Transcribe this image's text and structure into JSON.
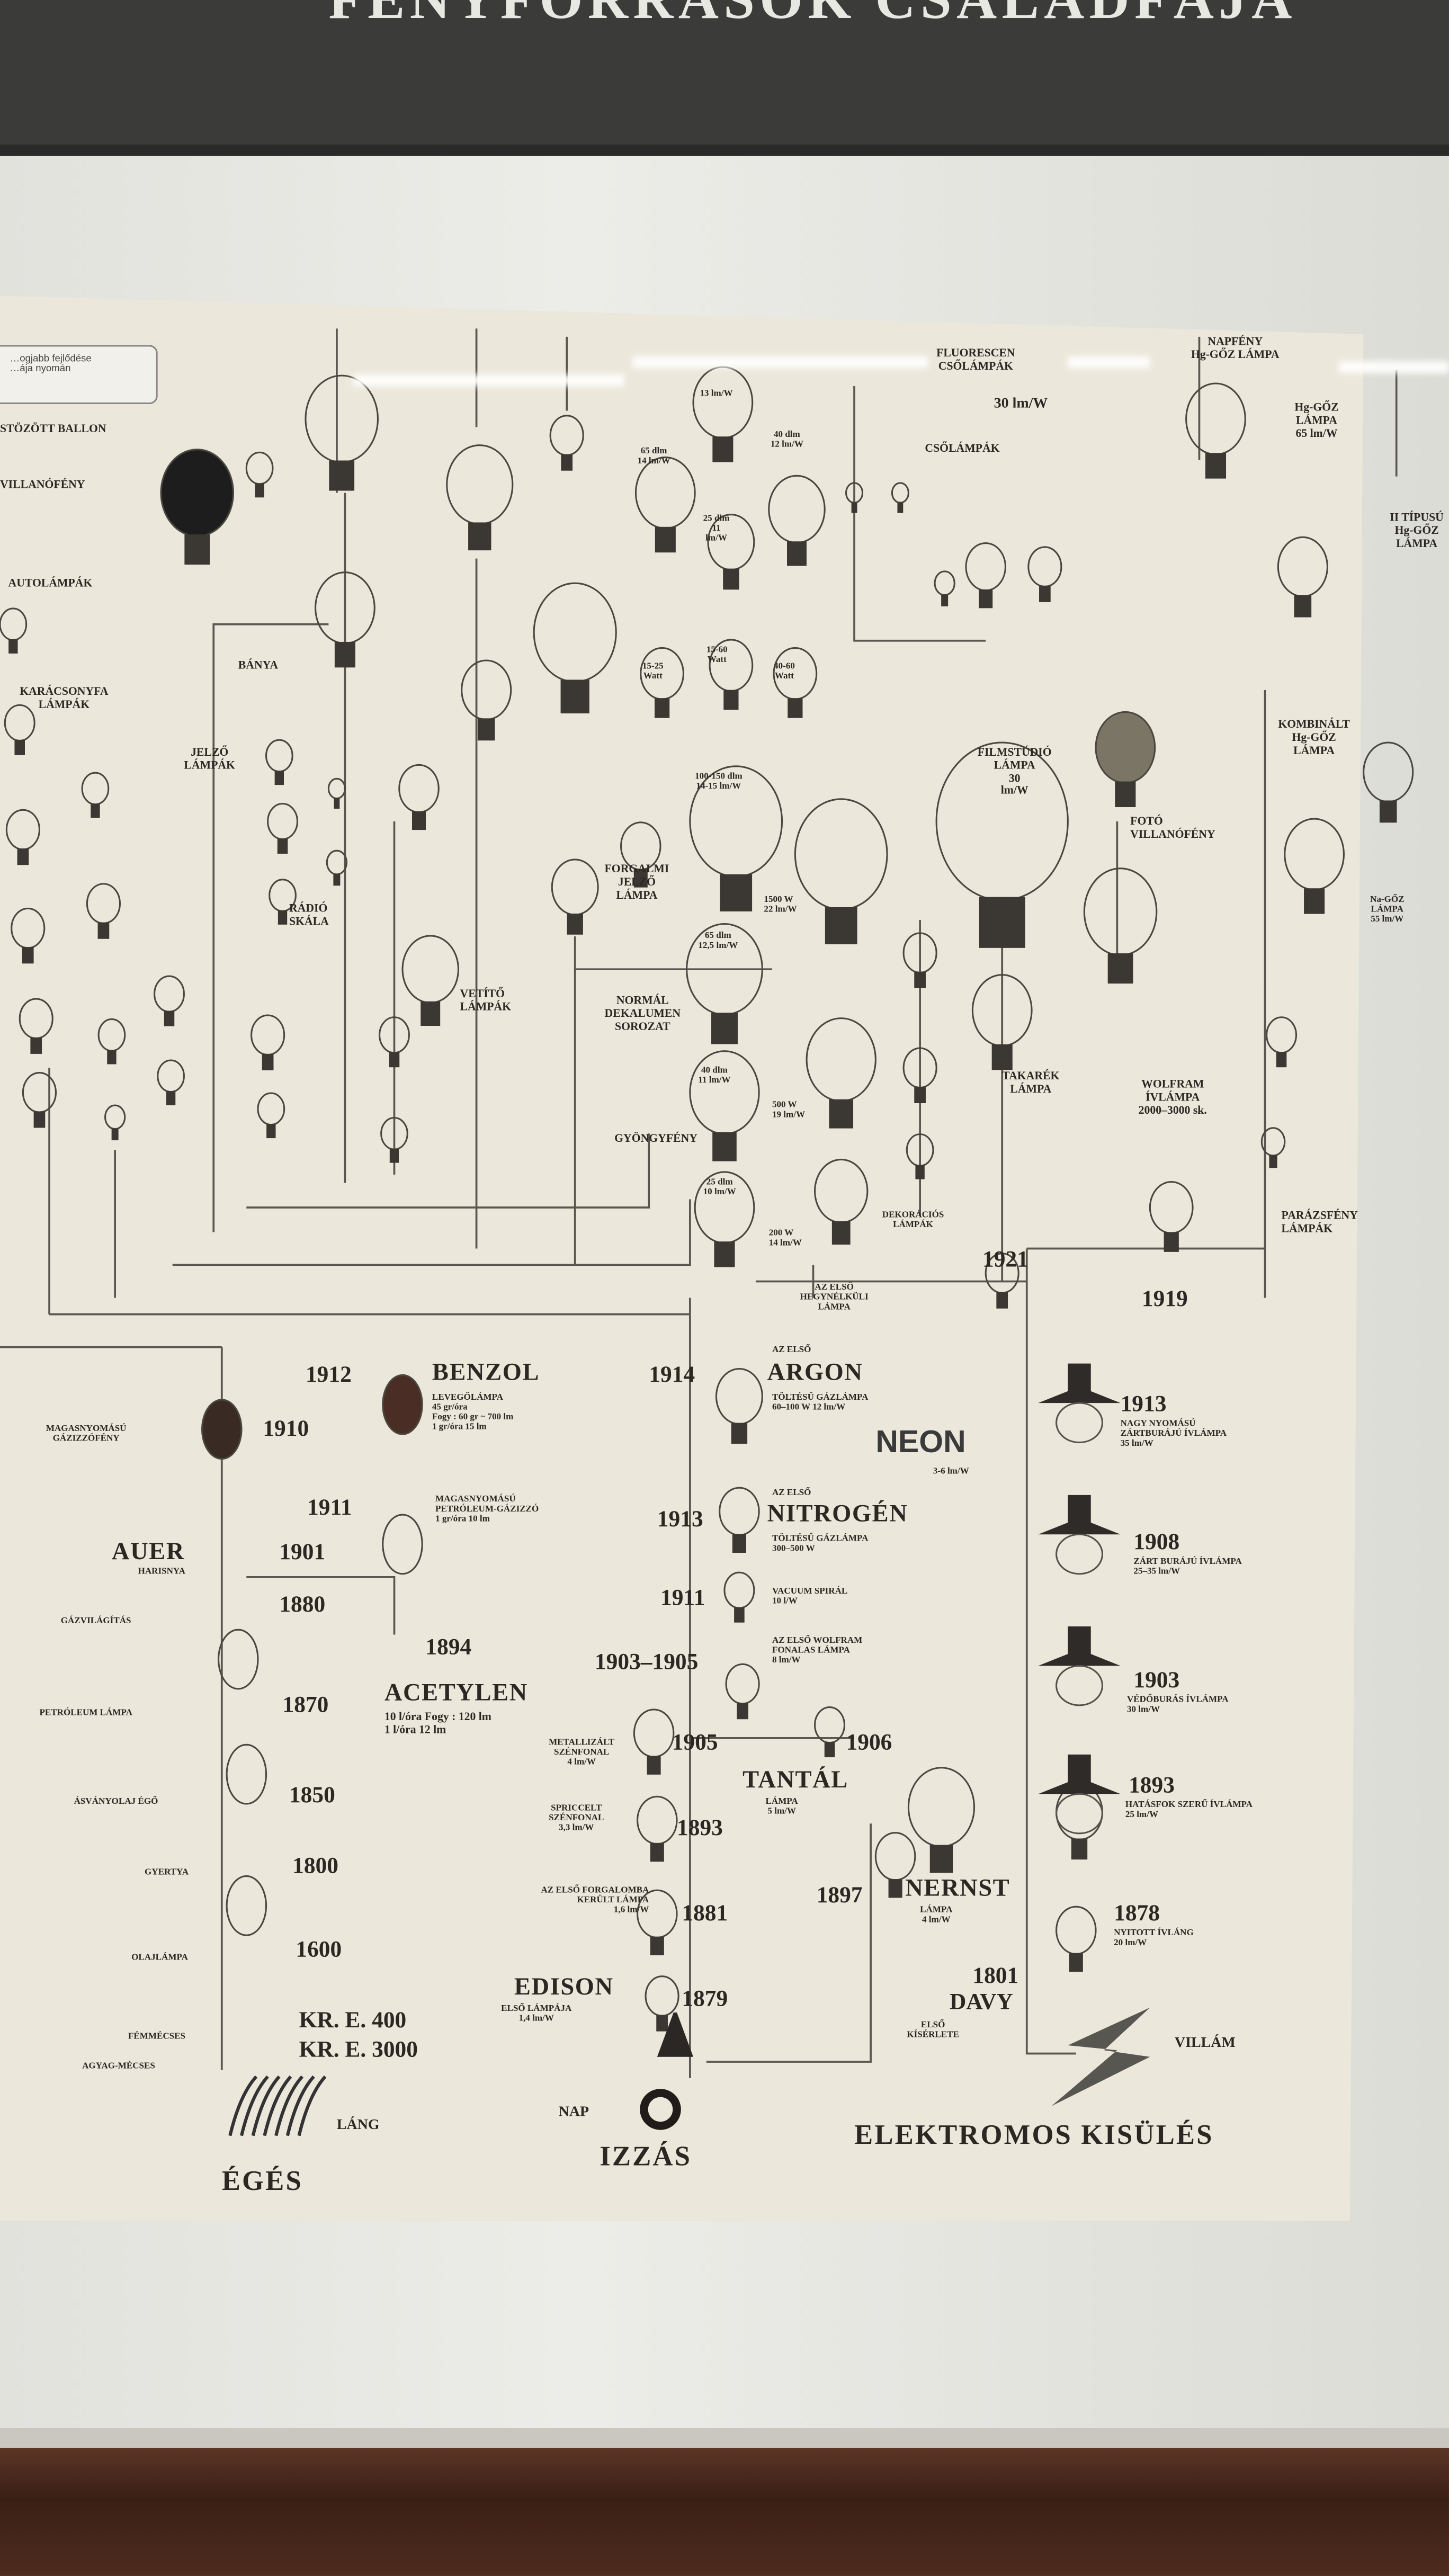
{
  "header": {
    "title": "FÉNYFORRÁSOK CSALÁDFÁJA"
  },
  "legend_box": "…ogjabb fejlődése\n…ája nyomán",
  "tree": [
    "STÖZÖTT BALLON",
    "VILLANÓFÉNY",
    "AUTOLÁMPÁK",
    "KARÁCSONYFA\nLÁMPÁK",
    "BÁNYA",
    "JELZŐ\nLÁMPÁK",
    "RÁDIÓ\nSKÁLA",
    "VETÍTŐ\nLÁMPÁK",
    "FORGALMI\nJELZŐ\nLÁMPA",
    "NORMÁL\nDEKALUMEN\nSOROZAT",
    "GYÖNGYFÉNY",
    "13 lm/W",
    "65 dlm\n14 lm/W",
    "25 dlm\n11\nlm/W",
    "40 dlm\n12 lm/W",
    "15-25\nWatt",
    "15-60\nWatt",
    "40-60\nWatt",
    "100-150 dlm\n14-15 lm/W",
    "1500 W\n22 lm/W",
    "65 dlm\n12,5 lm/W",
    "40 dlm\n11 lm/W",
    "500 W\n19 lm/W",
    "25 dlm\n10 lm/W",
    "200 W\n14 lm/W",
    "DEKORÁCIÓS\nLÁMPÁK",
    "FLUORESCEN\nCSŐLÁMPÁK",
    "30 lm/W",
    "CSŐLÁMPÁK",
    "FILMSTÚDIÓ\nLÁMPA\n30\nlm/W",
    "FOTÓ\nVILLANÓFÉNY",
    "TAKARÉK\nLÁMPA",
    "WOLFRAM\nÍVLÁMPA\n2000–3000 sk.",
    "1921",
    "AZ ELSŐ\nHEGYNÉLKÜLI\nLÁMPA",
    "1919",
    "PARÁZSFÉNY\nLÁMPÁK",
    "NAPFÉNY\nHg-GŐZ LÁMPA",
    "Hg-GŐZ\nLÁMPA\n65 lm/W",
    "II TÍPUSÚ\nHg-GŐZ\nLÁMPA",
    "KOMBINÁLT\nHg-GŐZ\nLÁMPA",
    "Na-GŐZ\nLÁMPA\n55 lm/W"
  ],
  "combustion": [
    "1912",
    "BENZOL",
    "LEVEGŐLÁMPA\n45 gr/óra\nFogy : 60 gr ~ 700 lm\n1 gr/óra 15 lm",
    "MAGASNYOMÁSÚ\nGÁZIZZÓFÉNY",
    "1910",
    "1911",
    "MAGASNYOMÁSÚ\nPETRÓLEUM-GÁZIZZÓ\n1 gr/óra 10 lm",
    "AUER",
    "HARISNYA",
    "1901",
    "GÁZVILÁGÍTÁS",
    "1880",
    "1894",
    "ACETYLEN",
    "10 l/óra Fogy : 120 lm\n1 l/óra 12 lm",
    "PETRÓLEUM LÁMPA",
    "1870",
    "ÁSVÁNYOLAJ ÉGŐ",
    "1850",
    "GYERTYA",
    "1800",
    "OLAJLÁMPA",
    "1600",
    "FÉMMÉCSES",
    "KR. E. 400",
    "AGYAG-MÉCSES",
    "KR. E. 3000"
  ],
  "incandescent": [
    "1914",
    "AZ ELSŐ",
    "ARGON",
    "TÖLTÉSŰ GÁZLÁMPA\n60–100 W 12 lm/W",
    "NEON",
    "3-6 lm/W",
    "1913",
    "AZ ELSŐ",
    "NITROGÉN",
    "TÖLTÉSŰ GÁZLÁMPA\n300–500 W",
    "1911",
    "VACUUM SPIRÁL\n10 l/W",
    "1903–1905",
    "AZ ELSŐ WOLFRAM\nFONALAS LÁMPA\n8 lm/W",
    "1905",
    "1906",
    "TANTÁL",
    "LÁMPA\n5 lm/W",
    "METALLIZÁLT\nSZÉNFONAL\n4 lm/W",
    "SPRICCELT\nSZÉNFONAL\n3,3 lm/W",
    "1893",
    "AZ ELSŐ FORGALOMBA\nKERÜLT LÁMPA\n1,6 lm/W",
    "1881",
    "EDISON",
    "ELSŐ LÁMPÁJA\n1,4 lm/W",
    "1879",
    "1897",
    "NERNST",
    "LÁMPA\n4 lm/W",
    "1801",
    "DAVY",
    "ELSŐ\nKÍSÉRLETE"
  ],
  "discharge": [
    "1913",
    "NAGY NYOMÁSÚ\nZÁRTBURÁJÚ ÍVLÁMPA\n35 lm/W",
    "1908",
    "ZÁRT BURÁJÚ ÍVLÁMPA\n25–35 lm/W",
    "1903",
    "VÉDŐBURÁS ÍVLÁMPA\n30 lm/W",
    "1893",
    "HATÁSFOK SZERŰ ÍVLÁMPA\n25 lm/W",
    "1878",
    "NYITOTT ÍVLÁNG\n20 lm/W"
  ],
  "roots": {
    "lang": "LÁNG",
    "eges": "ÉGÉS",
    "nap": "NAP",
    "izzas": "IZZÁS",
    "villam": "VILLÁM",
    "kisules": "ELEKTROMOS KISÜLÉS"
  }
}
